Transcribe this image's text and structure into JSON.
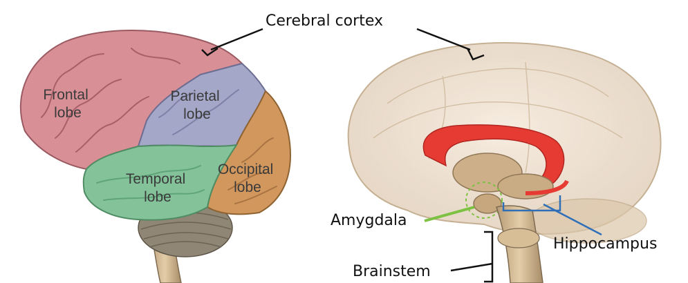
{
  "title": "Cerebral cortex",
  "lobes": {
    "frontal": [
      "Frontal",
      "lobe"
    ],
    "parietal": [
      "Parietal",
      "lobe"
    ],
    "temporal": [
      "Temporal",
      "lobe"
    ],
    "occipital": [
      "Occipital",
      "lobe"
    ]
  },
  "structures": {
    "amygdala": "Amygdala",
    "hippocampus": "Hippocampus",
    "brainstem": "Brainstem"
  },
  "colors": {
    "frontal": "#d98f96",
    "parietal": "#a5a7c8",
    "temporal": "#84c39a",
    "occipital": "#d1975d",
    "cerebellum": "#8f8676",
    "translucent_brain": "#e8d7c4",
    "corpus_callosum": "#e63b33",
    "amygdala_line": "#7dc142",
    "hippocampus_line": "#2f6fb8"
  }
}
